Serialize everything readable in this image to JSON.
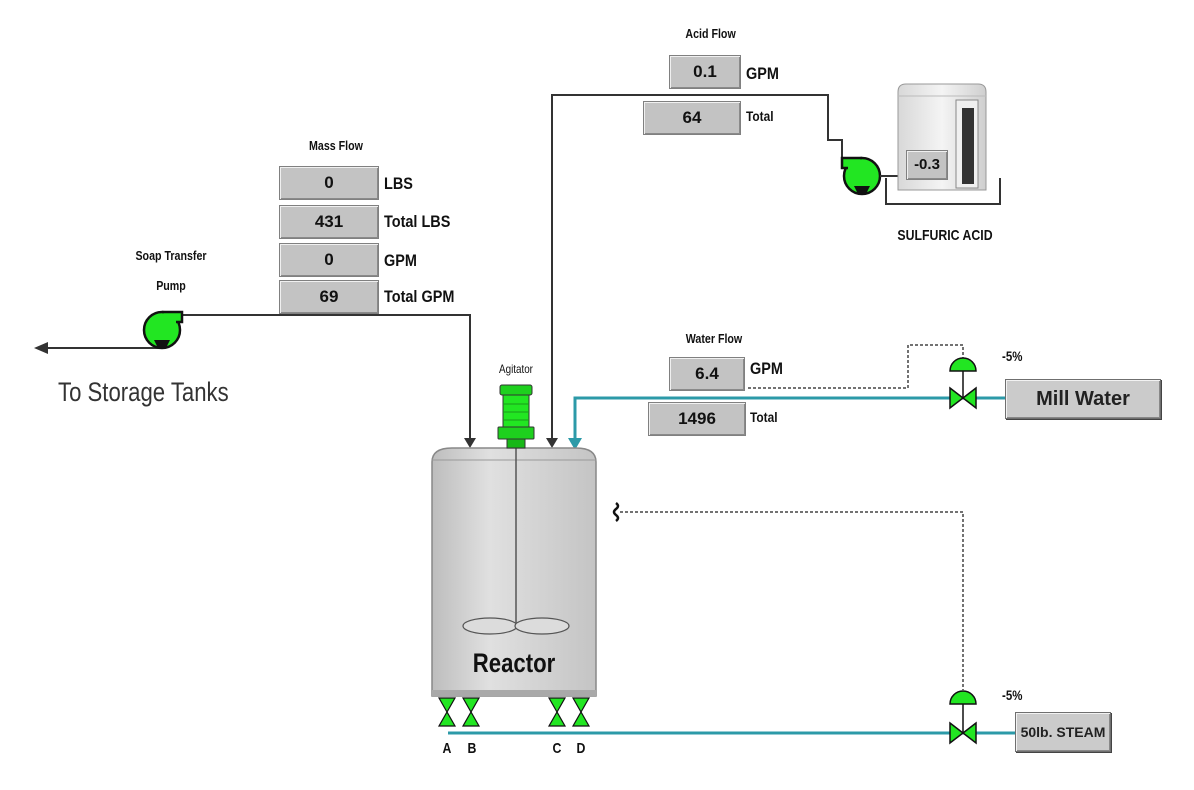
{
  "acid_flow": {
    "title": "Acid Flow",
    "gpm_value": "0.1",
    "gpm_unit": "GPM",
    "total_value": "64",
    "total_unit": "Total"
  },
  "sulfuric_acid": {
    "label": "SULFURIC ACID",
    "level_value": "-0.3"
  },
  "mass_flow": {
    "title": "Mass Flow",
    "rows": [
      {
        "value": "0",
        "unit": "LBS"
      },
      {
        "value": "431",
        "unit": "Total LBS"
      },
      {
        "value": "0",
        "unit": "GPM"
      },
      {
        "value": "69",
        "unit": "Total GPM"
      }
    ]
  },
  "soap_pump": {
    "label_line1": "Soap Transfer",
    "label_line2": "Pump"
  },
  "storage": {
    "label": "To Storage Tanks"
  },
  "agitator": {
    "label": "Agitator"
  },
  "reactor": {
    "label": "Reactor"
  },
  "water_flow": {
    "title": "Water Flow",
    "gpm_value": "6.4",
    "gpm_unit": "GPM",
    "total_value": "1496",
    "total_unit": "Total"
  },
  "mill_water": {
    "label": "Mill Water",
    "valve_percent": "-5%"
  },
  "steam": {
    "label": "50lb. STEAM",
    "valve_percent": "-5%"
  },
  "bottom_valves": [
    "A",
    "B",
    "C",
    "D"
  ],
  "colors": {
    "pump_green": "#22e622",
    "water_line": "#2c9aa8",
    "box_gray": "#c3c3c3",
    "vessel_gray": "#d4d4d4"
  }
}
